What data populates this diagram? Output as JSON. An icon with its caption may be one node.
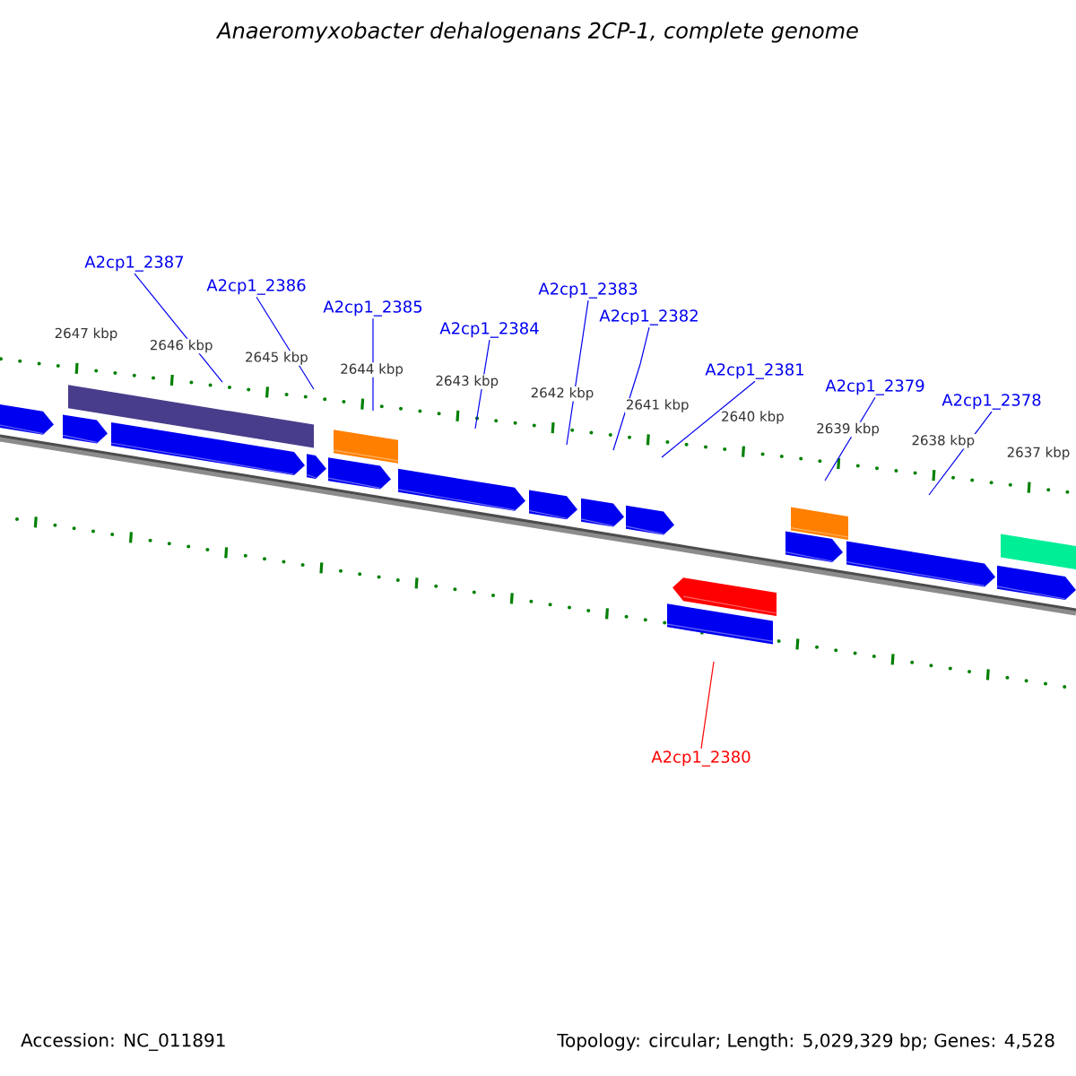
{
  "diagram": {
    "title": "*Anaeromyxobacter dehalogenans* 2CP-1, complete genome",
    "nodes": [
      {
        "text": [
          "A2cp1_2387"
        ]
      },
      {
        "text": [
          "A2cp1_2386"
        ]
      },
      {
        "text": [
          "A2cp1_2385"
        ]
      },
      {
        "text": [
          "A2cp1_2384"
        ]
      },
      {
        "text": [
          "A2cp1_2383"
        ]
      },
      {
        "text": [
          "A2cp1_2382"
        ]
      },
      {
        "text": [
          "A2cp1_2381"
        ]
      },
      {
        "text": [
          "A2cp1_2379"
        ]
      },
      {
        "text": [
          "A2cp1_2378"
        ]
      },
      {
        "text": [
          "A2cp1_2380"
        ]
      }
    ],
    "edges": [
      {
        "from": 0,
        "to": null,
        "arrow": "none"
      },
      {
        "from": 1,
        "to": null,
        "arrow": "none"
      },
      {
        "from": 2,
        "to": null,
        "arrow": "none"
      },
      {
        "from": 3,
        "to": null,
        "arrow": "none"
      },
      {
        "from": 4,
        "to": null,
        "arrow": "none"
      },
      {
        "from": 5,
        "to": null,
        "arrow": "none"
      },
      {
        "from": 6,
        "to": null,
        "arrow": "none"
      },
      {
        "from": 7,
        "to": null,
        "arrow": "none"
      },
      {
        "from": 8,
        "to": null,
        "arrow": "none"
      },
      {
        "from": 9,
        "to": null,
        "arrow": "none",
        "color": "#ff0000"
      }
    ],
    "labels": [
      "2647 kbp",
      "2646 kbp",
      "2645 kbp",
      "2644 kbp",
      "2643 kbp",
      "2642 kbp",
      "2641 kbp",
      "2640 kbp",
      "2639 kbp",
      "2638 kbp",
      "2637 kbp",
      "Accession: NC_011891",
      "Topology: circular; Length: 5,029,329 bp; Genes: 4,528"
    ]
  }
}
